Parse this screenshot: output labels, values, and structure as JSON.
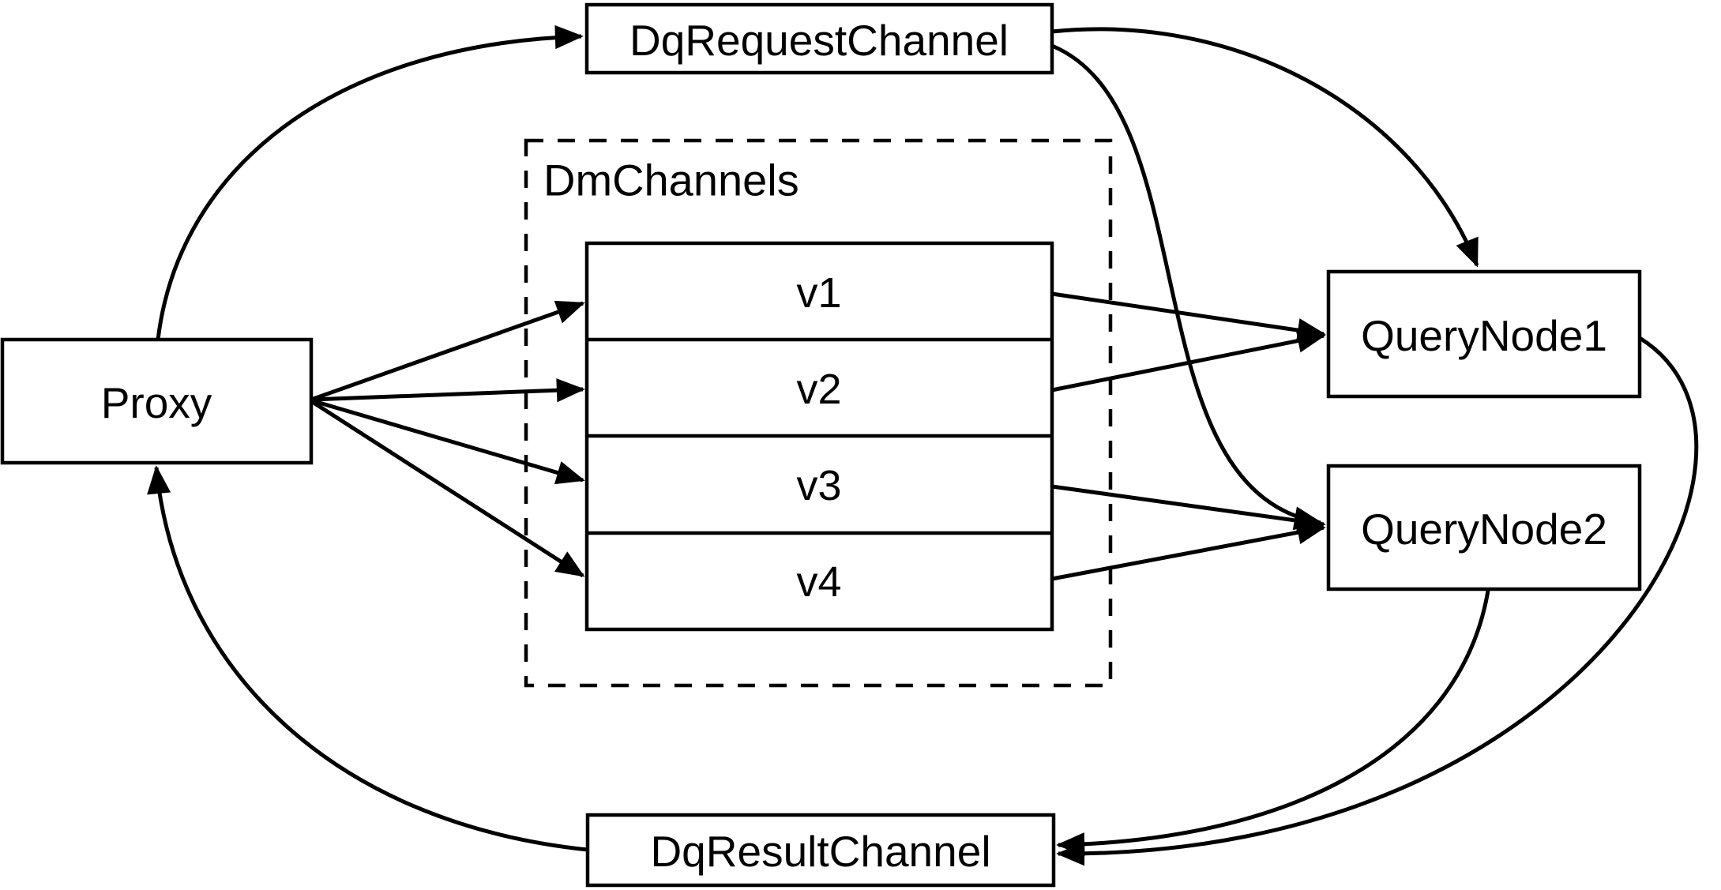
{
  "diagram": {
    "colors": {
      "stroke": "#000000",
      "background": "#ffffff",
      "text": "#000000"
    },
    "nodes": {
      "proxy": {
        "label": "Proxy"
      },
      "dq_request_channel": {
        "label": "DqRequestChannel"
      },
      "dm_channels": {
        "label": "DmChannels",
        "channels": [
          {
            "label": "v1"
          },
          {
            "label": "v2"
          },
          {
            "label": "v3"
          },
          {
            "label": "v4"
          }
        ]
      },
      "query_node_1": {
        "label": "QueryNode1"
      },
      "query_node_2": {
        "label": "QueryNode2"
      },
      "dq_result_channel": {
        "label": "DqResultChannel"
      }
    },
    "edges": [
      {
        "from": "Proxy",
        "to": "DqRequestChannel"
      },
      {
        "from": "DqRequestChannel",
        "to": "QueryNode1"
      },
      {
        "from": "DqRequestChannel",
        "to": "QueryNode2"
      },
      {
        "from": "Proxy",
        "to": "v1"
      },
      {
        "from": "Proxy",
        "to": "v2"
      },
      {
        "from": "Proxy",
        "to": "v3"
      },
      {
        "from": "Proxy",
        "to": "v4"
      },
      {
        "from": "v1",
        "to": "QueryNode1"
      },
      {
        "from": "v2",
        "to": "QueryNode1"
      },
      {
        "from": "v3",
        "to": "QueryNode2"
      },
      {
        "from": "v4",
        "to": "QueryNode2"
      },
      {
        "from": "QueryNode1",
        "to": "DqResultChannel"
      },
      {
        "from": "QueryNode2",
        "to": "DqResultChannel"
      },
      {
        "from": "DqResultChannel",
        "to": "Proxy"
      }
    ]
  }
}
